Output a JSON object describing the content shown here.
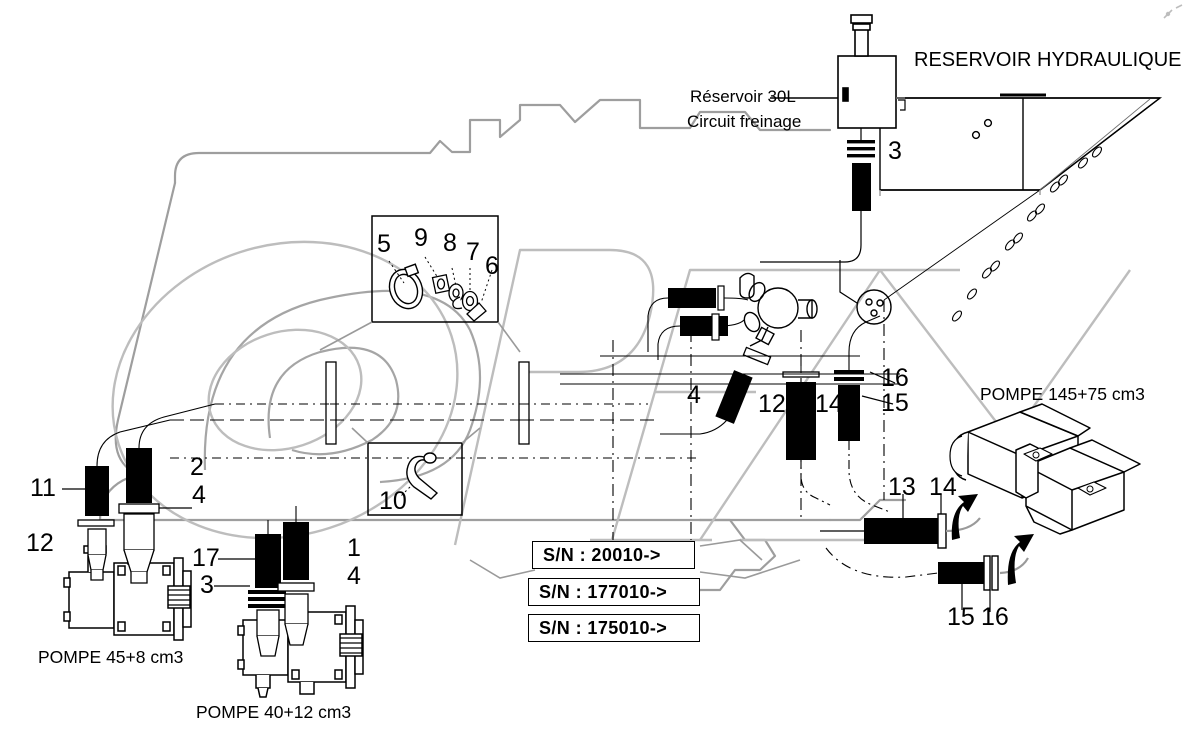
{
  "document": {
    "type": "hydraulic-circuit-parts-diagram",
    "language": "fr",
    "watermark": "OPEX"
  },
  "titles": {
    "reservoir_hydraulique": "RESERVOIR HYDRAULIQUE",
    "reservoir_30l": "Réservoir 30L",
    "circuit_freinage": "Circuit freinage",
    "pompe_145_75": "POMPE 145+75 cm3",
    "pompe_45_8": "POMPE 45+8 cm3",
    "pompe_40_12": "POMPE 40+12 cm3"
  },
  "serial_boxes": [
    {
      "label": "S/N : 20010->"
    },
    {
      "label": "S/N : 177010->"
    },
    {
      "label": "S/N : 175010->"
    }
  ],
  "callouts": [
    {
      "id": "c-3-top",
      "text": "3"
    },
    {
      "id": "c-5",
      "text": "5"
    },
    {
      "id": "c-9",
      "text": "9"
    },
    {
      "id": "c-8",
      "text": "8"
    },
    {
      "id": "c-7",
      "text": "7"
    },
    {
      "id": "c-6",
      "text": "6"
    },
    {
      "id": "c-11",
      "text": "11"
    },
    {
      "id": "c-2",
      "text": "2"
    },
    {
      "id": "c-4-left",
      "text": "4"
    },
    {
      "id": "c-12-left",
      "text": "12"
    },
    {
      "id": "c-17",
      "text": "17"
    },
    {
      "id": "c-3-left",
      "text": "3"
    },
    {
      "id": "c-1",
      "text": "1"
    },
    {
      "id": "c-4-lower",
      "text": "4"
    },
    {
      "id": "c-10",
      "text": "10"
    },
    {
      "id": "c-4-mid",
      "text": "4"
    },
    {
      "id": "c-12-mid",
      "text": "12"
    },
    {
      "id": "c-14-mid",
      "text": "14"
    },
    {
      "id": "c-16",
      "text": "16"
    },
    {
      "id": "c-15",
      "text": "15"
    },
    {
      "id": "c-13",
      "text": "13"
    },
    {
      "id": "c-14-right",
      "text": "14"
    },
    {
      "id": "c-15-bottom",
      "text": "15"
    },
    {
      "id": "c-16-bottom",
      "text": "16"
    }
  ],
  "colors": {
    "line": "#000000",
    "chassis": "#9a9a9a",
    "watermark": "#b8b8b8",
    "hose_fill": "#000000",
    "paper": "#ffffff"
  },
  "inset_boxes": [
    {
      "id": "inset-fasteners",
      "contains": [
        "5",
        "9",
        "8",
        "7",
        "6"
      ]
    },
    {
      "id": "inset-hose-clip",
      "contains": [
        "10"
      ]
    }
  ]
}
